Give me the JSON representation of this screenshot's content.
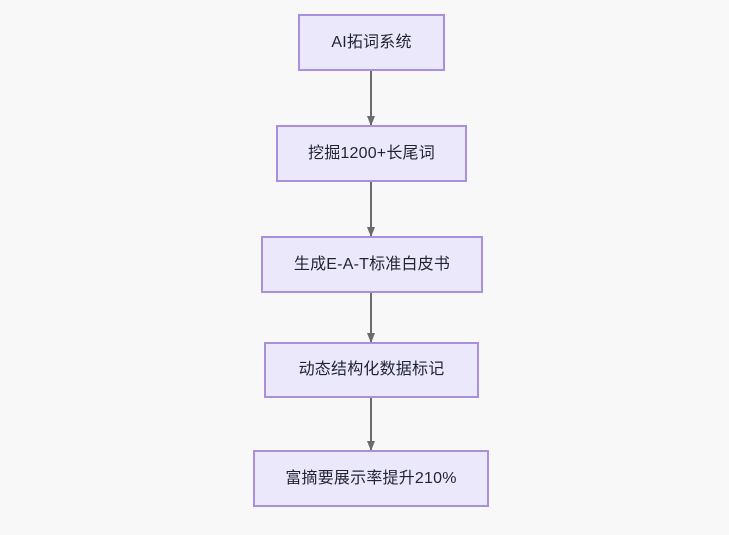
{
  "diagram": {
    "type": "flowchart",
    "direction": "top-down",
    "background_color": "#f8f8f8",
    "node_fill_color": "#ebe8fb",
    "node_border_color": "#a98fdc",
    "node_text_color": "#1f2430",
    "edge_color": "#6b6b6b",
    "nodes": [
      {
        "id": "n0",
        "label": "AI拓词系统"
      },
      {
        "id": "n1",
        "label": "挖掘1200+长尾词"
      },
      {
        "id": "n2",
        "label": "生成E-A-T标准白皮书"
      },
      {
        "id": "n3",
        "label": "动态结构化数据标记"
      },
      {
        "id": "n4",
        "label": "富摘要展示率提升210%"
      }
    ],
    "edges": [
      {
        "from": "n0",
        "to": "n1",
        "arrow": "arrowhead-down-icon"
      },
      {
        "from": "n1",
        "to": "n2",
        "arrow": "arrowhead-down-icon"
      },
      {
        "from": "n2",
        "to": "n3",
        "arrow": "arrowhead-down-icon"
      },
      {
        "from": "n3",
        "to": "n4",
        "arrow": "arrowhead-down-icon"
      }
    ]
  }
}
